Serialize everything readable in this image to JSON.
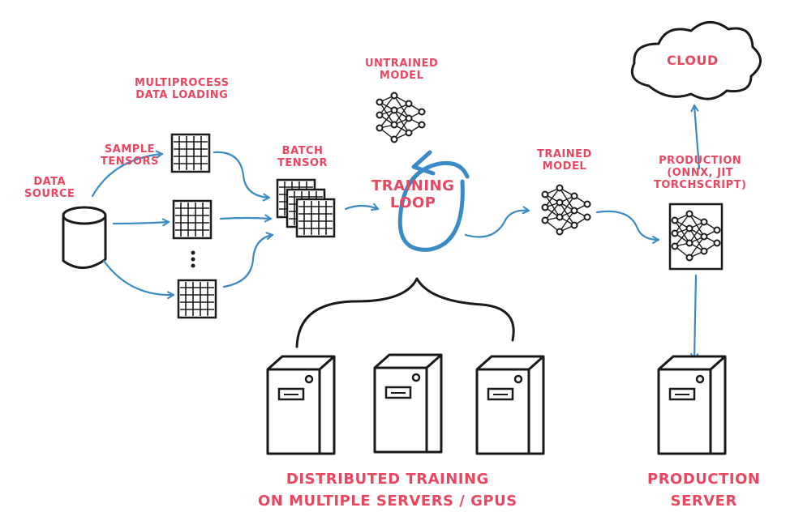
{
  "labels": {
    "data_source": [
      "DATA",
      "SOURCE"
    ],
    "multiprocess": [
      "MULTIPROCESS",
      "DATA LOADING"
    ],
    "sample_tensors": [
      "SAMPLE",
      "TENSORS"
    ],
    "batch_tensor": [
      "BATCH",
      "TENSOR"
    ],
    "untrained_model": [
      "UNTRAINED",
      "MODEL"
    ],
    "training_loop": [
      "TRAINING",
      "LOOP"
    ],
    "trained_model": [
      "TRAINED",
      "MODEL"
    ],
    "production": [
      "PRODUCTION",
      "(ONNX, JIT",
      "TORCHSCRIPT)"
    ],
    "cloud": "CLOUD",
    "distributed": [
      "DISTRIBUTED TRAINING",
      "ON MULTIPLE SERVERS / GPUS"
    ],
    "production_server": [
      "PRODUCTION",
      "SERVER"
    ]
  },
  "colors": {
    "label": "#e8475f",
    "arrow": "#3a8ac4",
    "ink": "#1a1a1a"
  }
}
